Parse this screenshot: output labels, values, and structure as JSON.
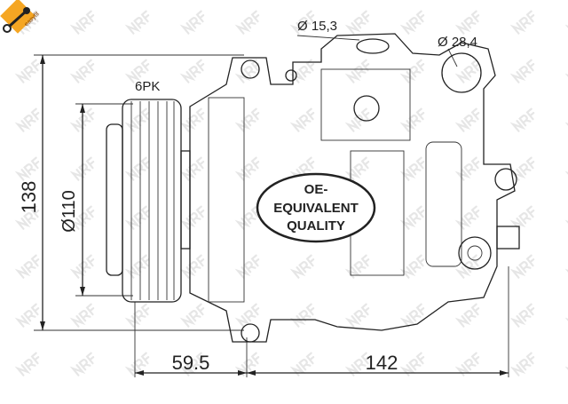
{
  "logo": {
    "text": "easyfit",
    "color": "#f5a623"
  },
  "watermark": {
    "text": "NRF",
    "color": "#e6e6e6"
  },
  "badge": {
    "line1": "OE-",
    "line2": "EQUIVALENT",
    "line3": "QUALITY"
  },
  "dimensions": {
    "suction_port": "Ø 15,3",
    "discharge_port": "Ø 28,4",
    "belt": "6PK",
    "height": "138",
    "pulley_diameter": "Ø110",
    "pulley_offset": "59.5",
    "body_length": "142"
  }
}
